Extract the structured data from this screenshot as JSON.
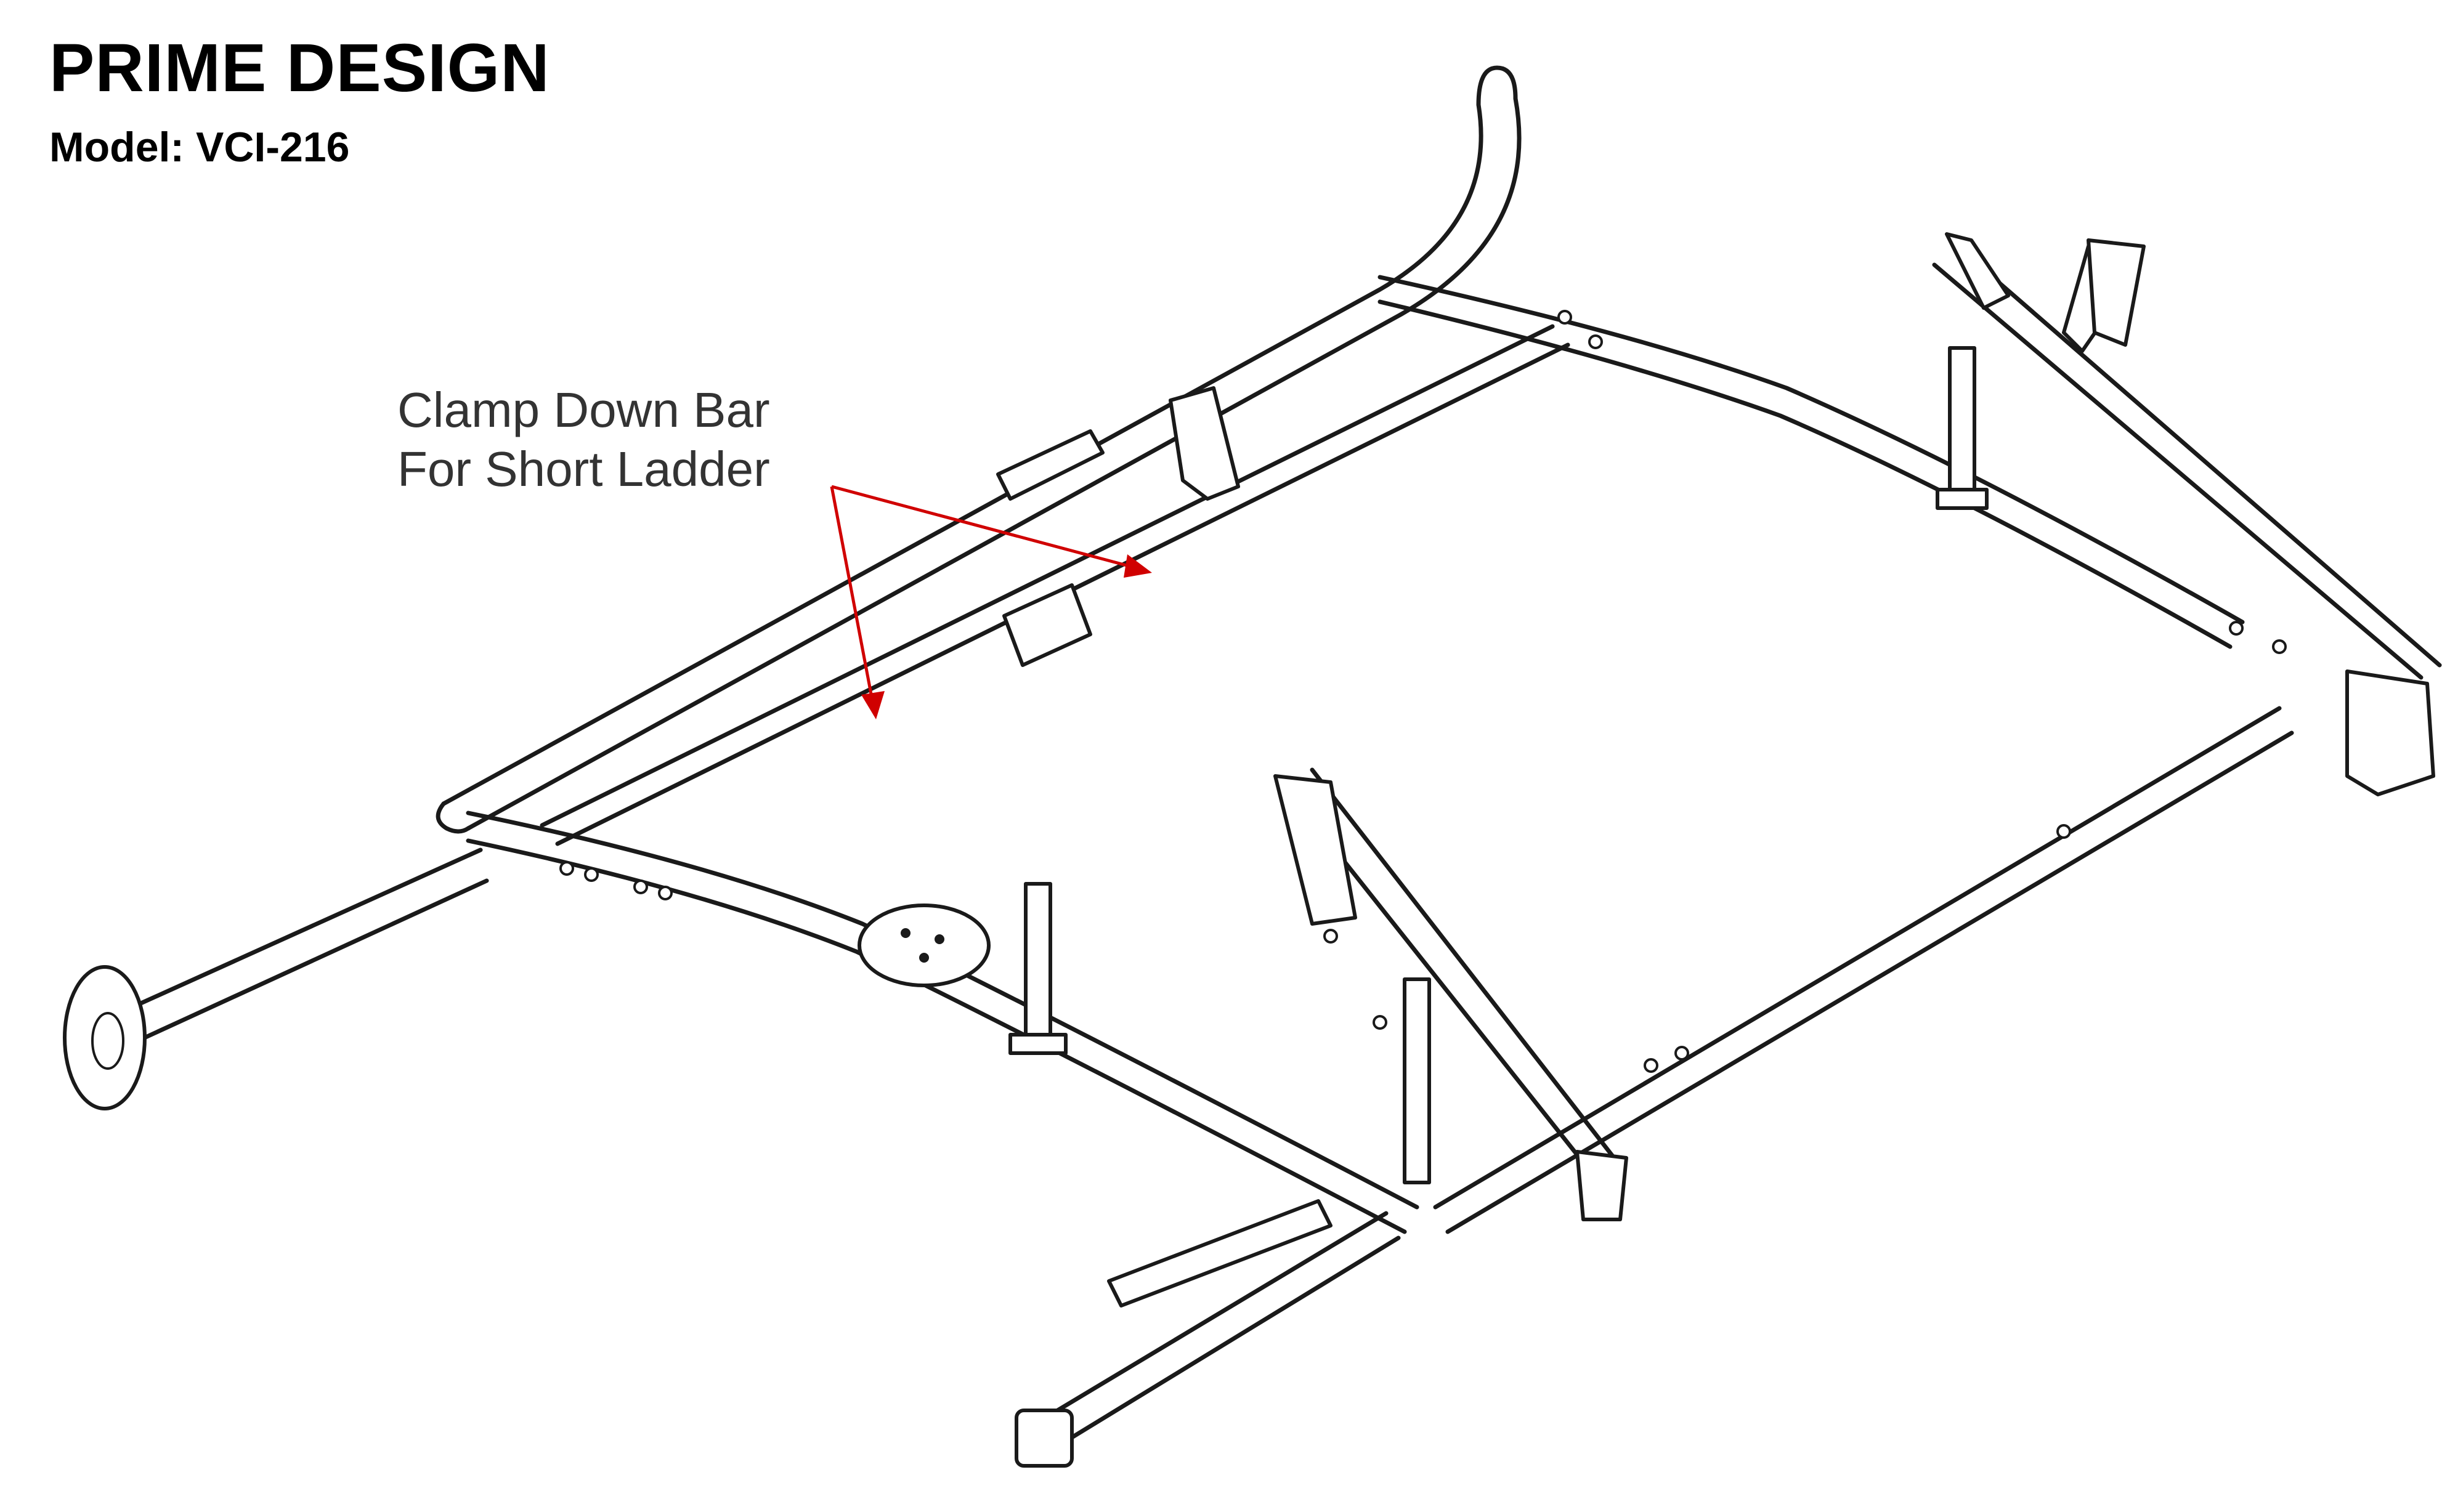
{
  "header": {
    "brand": "PRIME DESIGN",
    "model": "Model: VCI-216"
  },
  "callout": {
    "line1": "Clamp Down Bar",
    "line2": "For Short Ladder",
    "arrow_color": "#d00000"
  },
  "colors": {
    "line_art": "#1a1a1a",
    "background": "#ffffff"
  }
}
